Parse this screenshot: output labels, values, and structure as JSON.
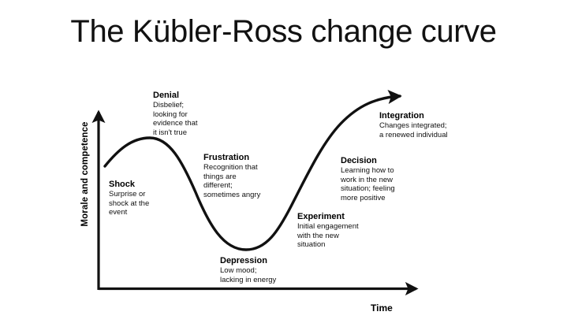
{
  "title": "The Kübler-Ross change curve",
  "axes": {
    "y_label": "Morale and competence",
    "x_label": "Time"
  },
  "colors": {
    "ink": "#000000",
    "background": "#ffffff",
    "curve": "#111111"
  },
  "stages": [
    {
      "key": "shock",
      "title": "Shock",
      "body": "Surprise or\nshock at the\nevent"
    },
    {
      "key": "denial",
      "title": "Denial",
      "body": "Disbelief;\nlooking for\nevidence that\nit isn't true"
    },
    {
      "key": "frustration",
      "title": "Frustration",
      "body": "Recognition that\nthings are\ndifferent;\nsometimes angry"
    },
    {
      "key": "depression",
      "title": "Depression",
      "body": "Low mood;\nlacking in energy"
    },
    {
      "key": "experiment",
      "title": "Experiment",
      "body": "Initial engagement\nwith the new\nsituation"
    },
    {
      "key": "decision",
      "title": "Decision",
      "body": "Learning how to\nwork in the new\nsituation; feeling\nmore positive"
    },
    {
      "key": "integration",
      "title": "Integration",
      "body": "Changes integrated;\na renewed individual"
    }
  ],
  "chart_data": {
    "type": "line",
    "title": "The Kübler-Ross change curve",
    "xlabel": "Time",
    "ylabel": "Morale and competence",
    "grid": false,
    "legend": null,
    "xlim": [
      0,
      100
    ],
    "ylim": [
      0,
      100
    ],
    "annotations": [
      {
        "label": "Shock",
        "x": 3,
        "y": 42
      },
      {
        "label": "Denial",
        "x": 16,
        "y": 76
      },
      {
        "label": "Frustration",
        "x": 37,
        "y": 52
      },
      {
        "label": "Depression",
        "x": 48,
        "y": 18
      },
      {
        "label": "Experiment",
        "x": 63,
        "y": 38
      },
      {
        "label": "Decision",
        "x": 78,
        "y": 63
      },
      {
        "label": "Integration",
        "x": 92,
        "y": 88
      }
    ],
    "series": [
      {
        "name": "Morale and competence over time",
        "x": [
          2,
          8,
          16,
          24,
          32,
          40,
          48,
          56,
          64,
          72,
          80,
          88,
          96
        ],
        "y": [
          38,
          58,
          76,
          70,
          52,
          32,
          18,
          17,
          30,
          52,
          72,
          87,
          96
        ]
      }
    ]
  }
}
